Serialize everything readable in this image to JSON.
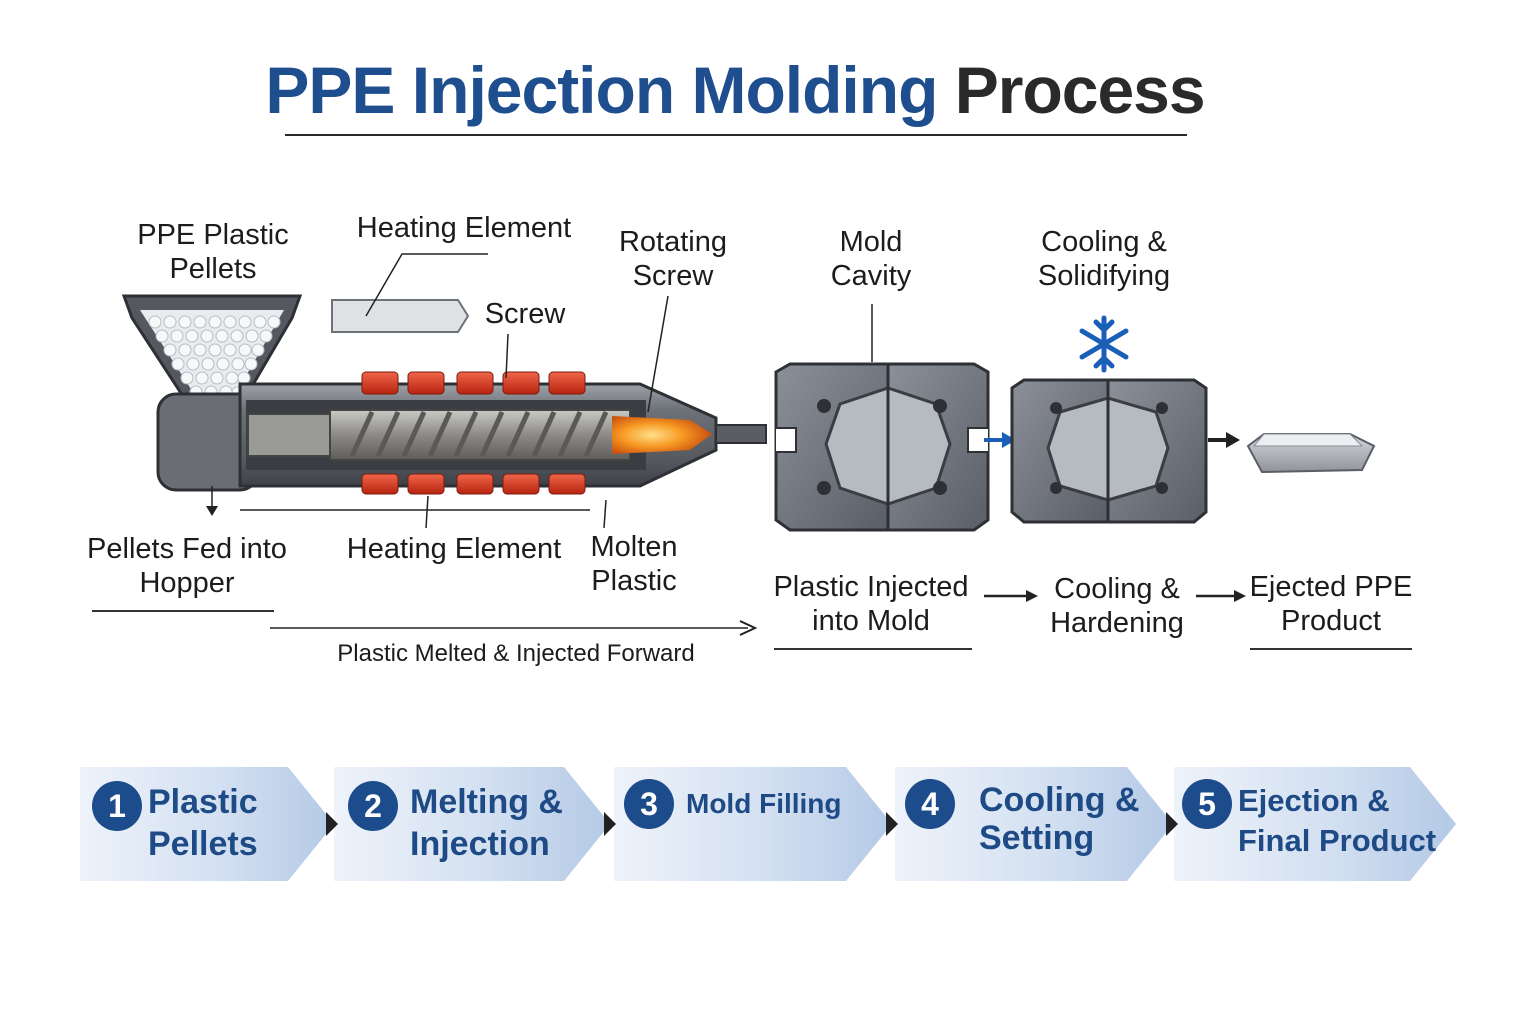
{
  "title": {
    "part1": "PPE Injection Molding",
    "part2": "Process"
  },
  "labels": {
    "pellets": "PPE Plastic\nPellets",
    "heating_top": "Heating Element",
    "screw": "Screw",
    "rotating_screw": "Rotating\nScrew",
    "mold_cavity": "Mold\nCavity",
    "cooling_solidifying": "Cooling &\nSolidifying",
    "pellets_fed": "Pellets Fed into\nHopper",
    "heating_bottom": "Heating Element",
    "molten": "Molten\nPlastic",
    "melted_forward": "Plastic Melted & Injected Forward",
    "injected": "Plastic Injected\ninto Mold",
    "cooling_hardening": "Cooling &\nHardening",
    "ejected": "Ejected PPE\nProduct"
  },
  "steps": [
    {
      "num": "1",
      "label": "Plastic\nPellets"
    },
    {
      "num": "2",
      "label": "Melting &\nInjection"
    },
    {
      "num": "3",
      "label": "Mold Filling"
    },
    {
      "num": "4",
      "label": "Cooling &\nSetting"
    },
    {
      "num": "5",
      "label": "Ejection &\nFinal Product"
    }
  ],
  "colors": {
    "title_blue": "#1f4e8f",
    "step_blue": "#1d4c8c",
    "heater_red": "#d9341c",
    "molten_orange": "#f08a1c",
    "snowflake_blue": "#1b5fb8",
    "steel_gray": "#6f737a"
  }
}
